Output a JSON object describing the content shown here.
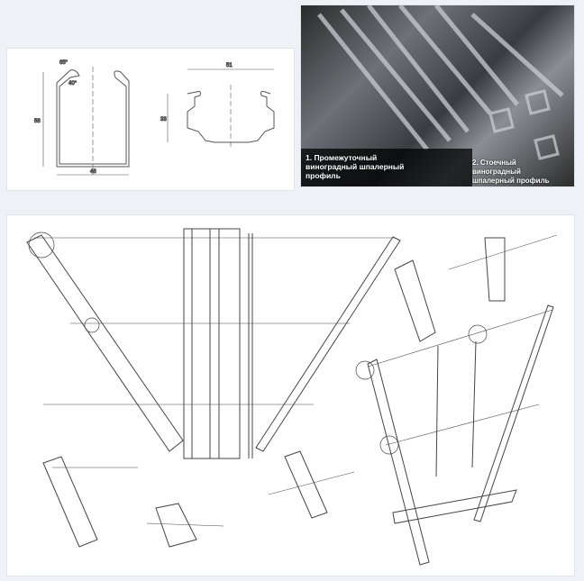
{
  "profiles_drawing": {
    "intermediate_profile": {
      "angle_top": "65°",
      "angle_inner": "40°",
      "height": "56",
      "width": "46"
    },
    "end_profile": {
      "width": "51",
      "height": "33"
    }
  },
  "photo": {
    "caption_1": "1. Промежуточный виноградный шпалерный профиль",
    "caption_2": "2. Стоечный виноградный шпалерный профиль"
  },
  "colors": {
    "background": "#eef1f6",
    "line": "#444444"
  }
}
